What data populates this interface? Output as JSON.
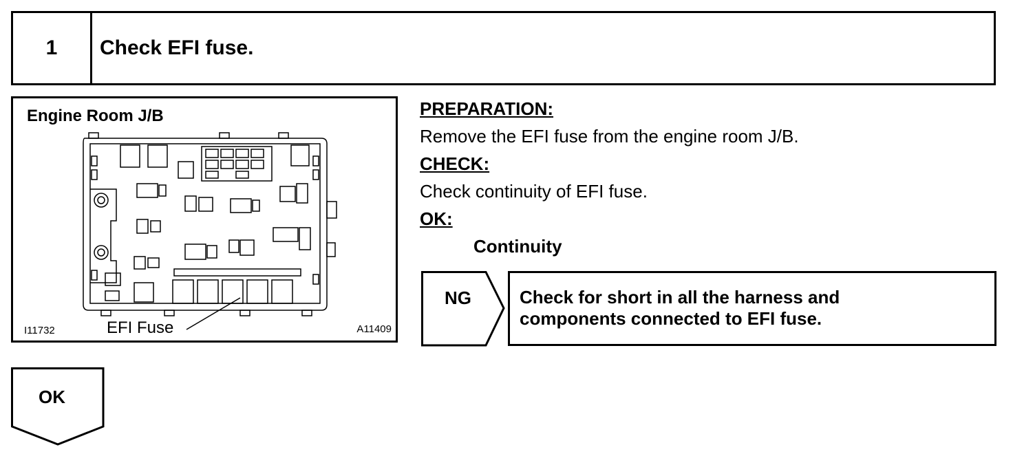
{
  "step": {
    "number": "1",
    "title": "Check EFI fuse."
  },
  "figure": {
    "title": "Engine Room J/B",
    "callout": "EFI Fuse",
    "id_left": "I11732",
    "id_right": "A11409"
  },
  "procedure": {
    "preparation_label": "PREPARATION:",
    "preparation_text": "Remove the EFI fuse from the engine room J/B.",
    "check_label": "CHECK:",
    "check_text": "Check continuity of EFI fuse.",
    "ok_label": "OK:",
    "ok_text": "Continuity"
  },
  "result_ng": {
    "label": "NG",
    "line1": "Check for short in all the harness and",
    "line2": "components connected to EFI fuse."
  },
  "result_ok": {
    "label": "OK"
  }
}
